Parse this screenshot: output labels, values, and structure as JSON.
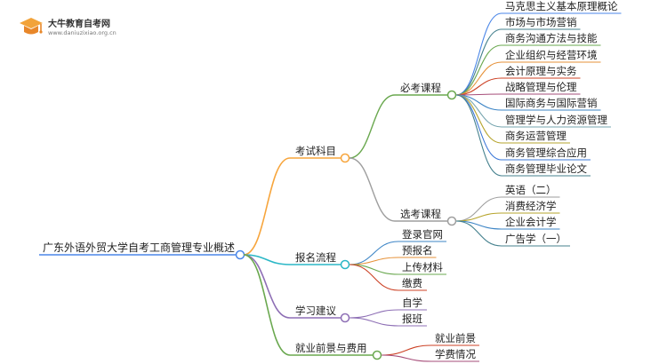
{
  "logo": {
    "title": "大牛教育自考网",
    "url": "www.daniuzixiao.org.cn",
    "icon": "graduation-cap-icon"
  },
  "root": {
    "label": "广东外语外贸大学自考工商管理专业概述"
  },
  "branches": [
    {
      "label": "考试科目",
      "color": "#f7a53c",
      "groups": [
        {
          "label": "必考课程",
          "color": "#6aa84f",
          "items": [
            {
              "label": "马克思主义基本原理概论",
              "color": "#4a86e8"
            },
            {
              "label": "市场与市场营销",
              "color": "#45818e"
            },
            {
              "label": "商务沟通方法与技能",
              "color": "#6aa84f"
            },
            {
              "label": "企业组织与经营环境",
              "color": "#e69138"
            },
            {
              "label": "会计原理与实务",
              "color": "#cc4125"
            },
            {
              "label": "战略管理与伦理",
              "color": "#a64d79"
            },
            {
              "label": "国际商务与国际营销",
              "color": "#3d85c6"
            },
            {
              "label": "管理学与人力资源管理",
              "color": "#76a5af"
            },
            {
              "label": "商务运营管理",
              "color": "#b6a42c"
            },
            {
              "label": "商务管理综合应用",
              "color": "#3c78d8"
            },
            {
              "label": "商务管理毕业论文",
              "color": "#45818e"
            }
          ]
        },
        {
          "label": "选考课程",
          "color": "#9e9e9e",
          "items": [
            {
              "label": "英语（二）",
              "color": "#9e9e9e"
            },
            {
              "label": "消费经济学",
              "color": "#b6a42c"
            },
            {
              "label": "企业会计学",
              "color": "#3d85c6"
            },
            {
              "label": "广告学（一）",
              "color": "#45818e"
            }
          ]
        }
      ]
    },
    {
      "label": "报名流程",
      "color": "#2ab7c6",
      "items": [
        {
          "label": "登录官网",
          "color": "#3d85c6"
        },
        {
          "label": "预报名",
          "color": "#e69138"
        },
        {
          "label": "上传材料",
          "color": "#6aa84f"
        },
        {
          "label": "缴费",
          "color": "#cc4125"
        }
      ]
    },
    {
      "label": "学习建议",
      "color": "#8e6fb5",
      "items": [
        {
          "label": "自学",
          "color": "#8e6fb5"
        },
        {
          "label": "报班",
          "color": "#8e6fb5"
        }
      ]
    },
    {
      "label": "就业前景与费用",
      "color": "#6aa84f",
      "items": [
        {
          "label": "就业前景",
          "color": "#cc4125"
        },
        {
          "label": "学费情况",
          "color": "#a64d79"
        }
      ]
    }
  ]
}
